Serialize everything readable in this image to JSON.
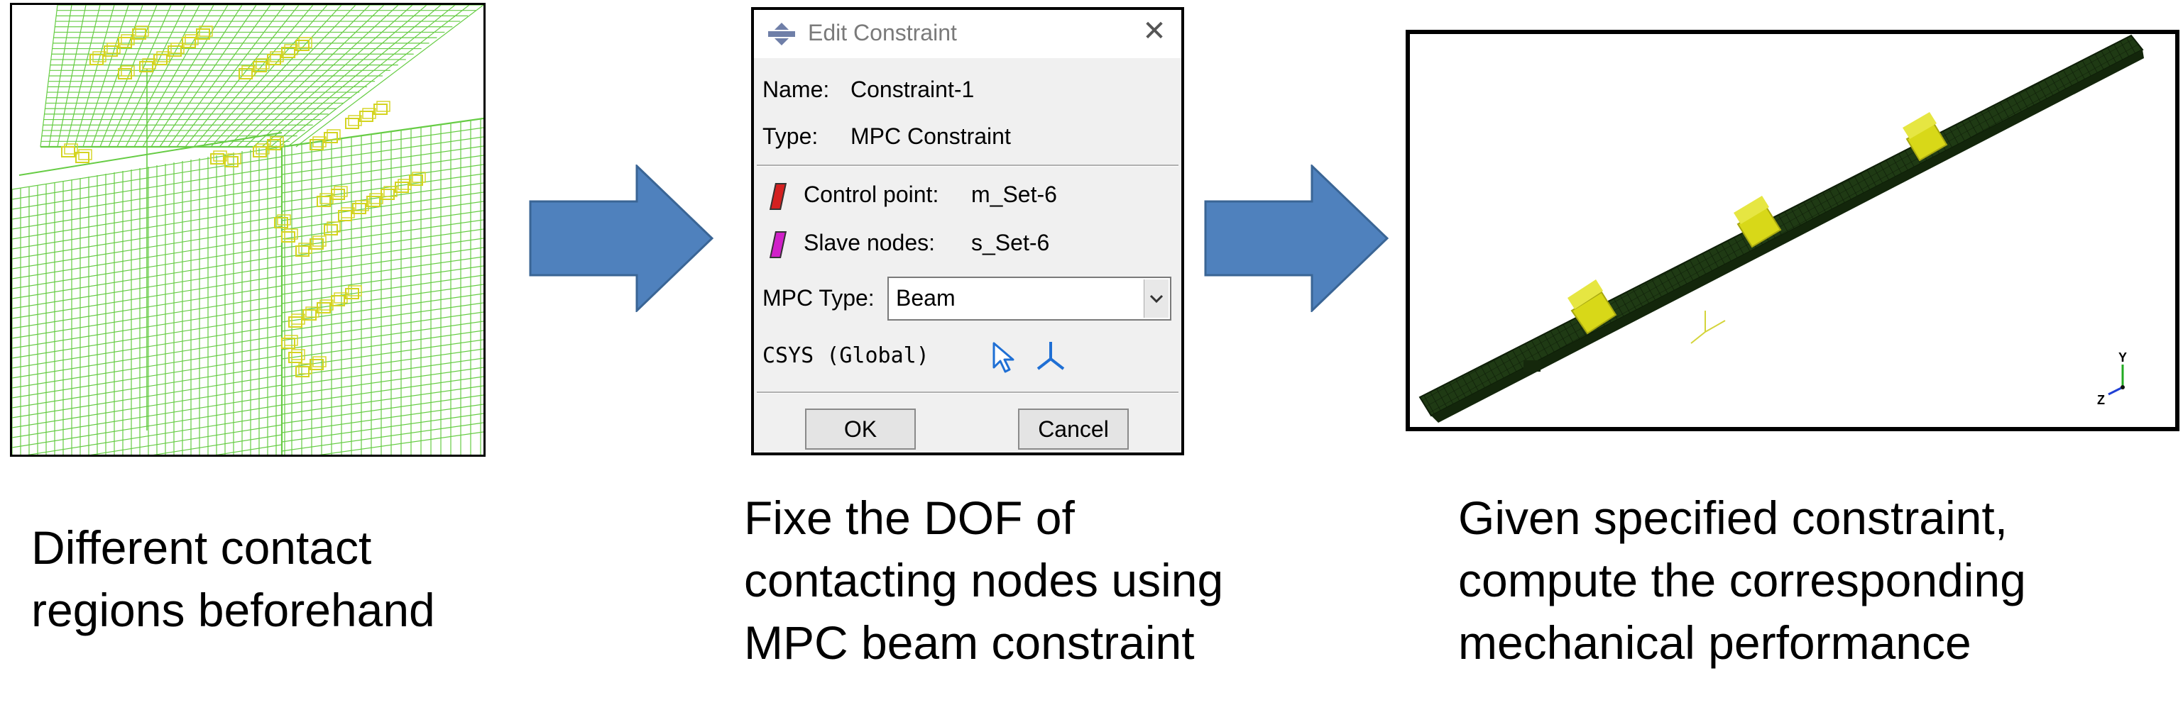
{
  "dialog": {
    "title": "Edit Constraint",
    "close_glyph": "✕",
    "name_label": "Name:",
    "name_value": "Constraint-1",
    "type_label": "Type:",
    "type_value": "MPC Constraint",
    "control_point_label": "Control point:",
    "control_point_value": "m_Set-6",
    "slave_nodes_label": "Slave nodes:",
    "slave_nodes_value": "s_Set-6",
    "mpc_type_label": "MPC Type:",
    "mpc_type_value": "Beam",
    "csys_label": "CSYS (Global)",
    "ok_label": "OK",
    "cancel_label": "Cancel",
    "control_point_color": "#d42020",
    "slave_nodes_color": "#d020c8"
  },
  "captions": {
    "left_line1": "Different contact",
    "left_line2": "regions beforehand",
    "middle_line1": "Fixe the DOF of",
    "middle_line2": "contacting nodes using",
    "middle_line3": "MPC beam constraint",
    "right_line1": "Given specified constraint,",
    "right_line2": "compute the corresponding",
    "right_line3": "mechanical performance"
  },
  "beam_view": {
    "triad_y": "Y",
    "triad_z": "Z",
    "beam_color": "#1f3a14",
    "constraint_color": "#d8d818"
  },
  "colors": {
    "arrow_fill": "#4f81bd",
    "arrow_stroke": "#3a6595",
    "mesh_line": "#66cc44",
    "mesh_highlight": "#d4d420"
  }
}
